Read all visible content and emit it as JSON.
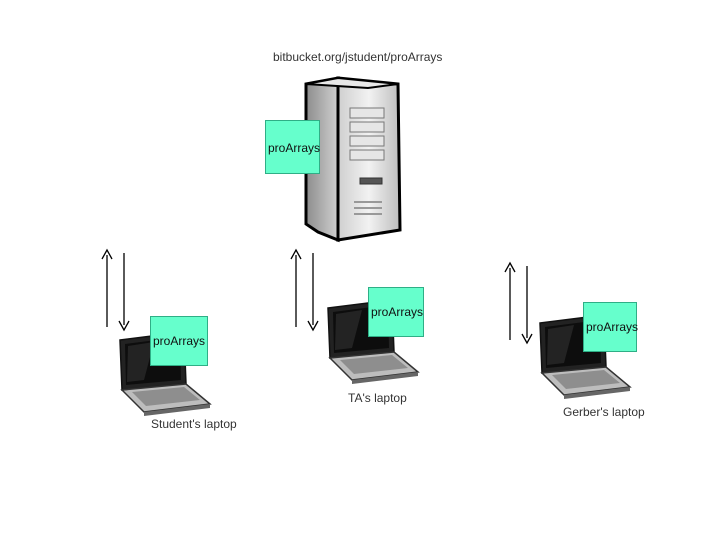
{
  "server": {
    "url": "bitbucket.org/jstudent/proArrays",
    "repo_label": "proArrays"
  },
  "clients": [
    {
      "label": "Student's laptop",
      "repo_label": "proArrays"
    },
    {
      "label": "TA's laptop",
      "repo_label": "proArrays"
    },
    {
      "label": "Gerber's laptop",
      "repo_label": "proArrays"
    }
  ],
  "colors": {
    "repo_fill": "#66ffcc",
    "arrow": "#000000"
  }
}
